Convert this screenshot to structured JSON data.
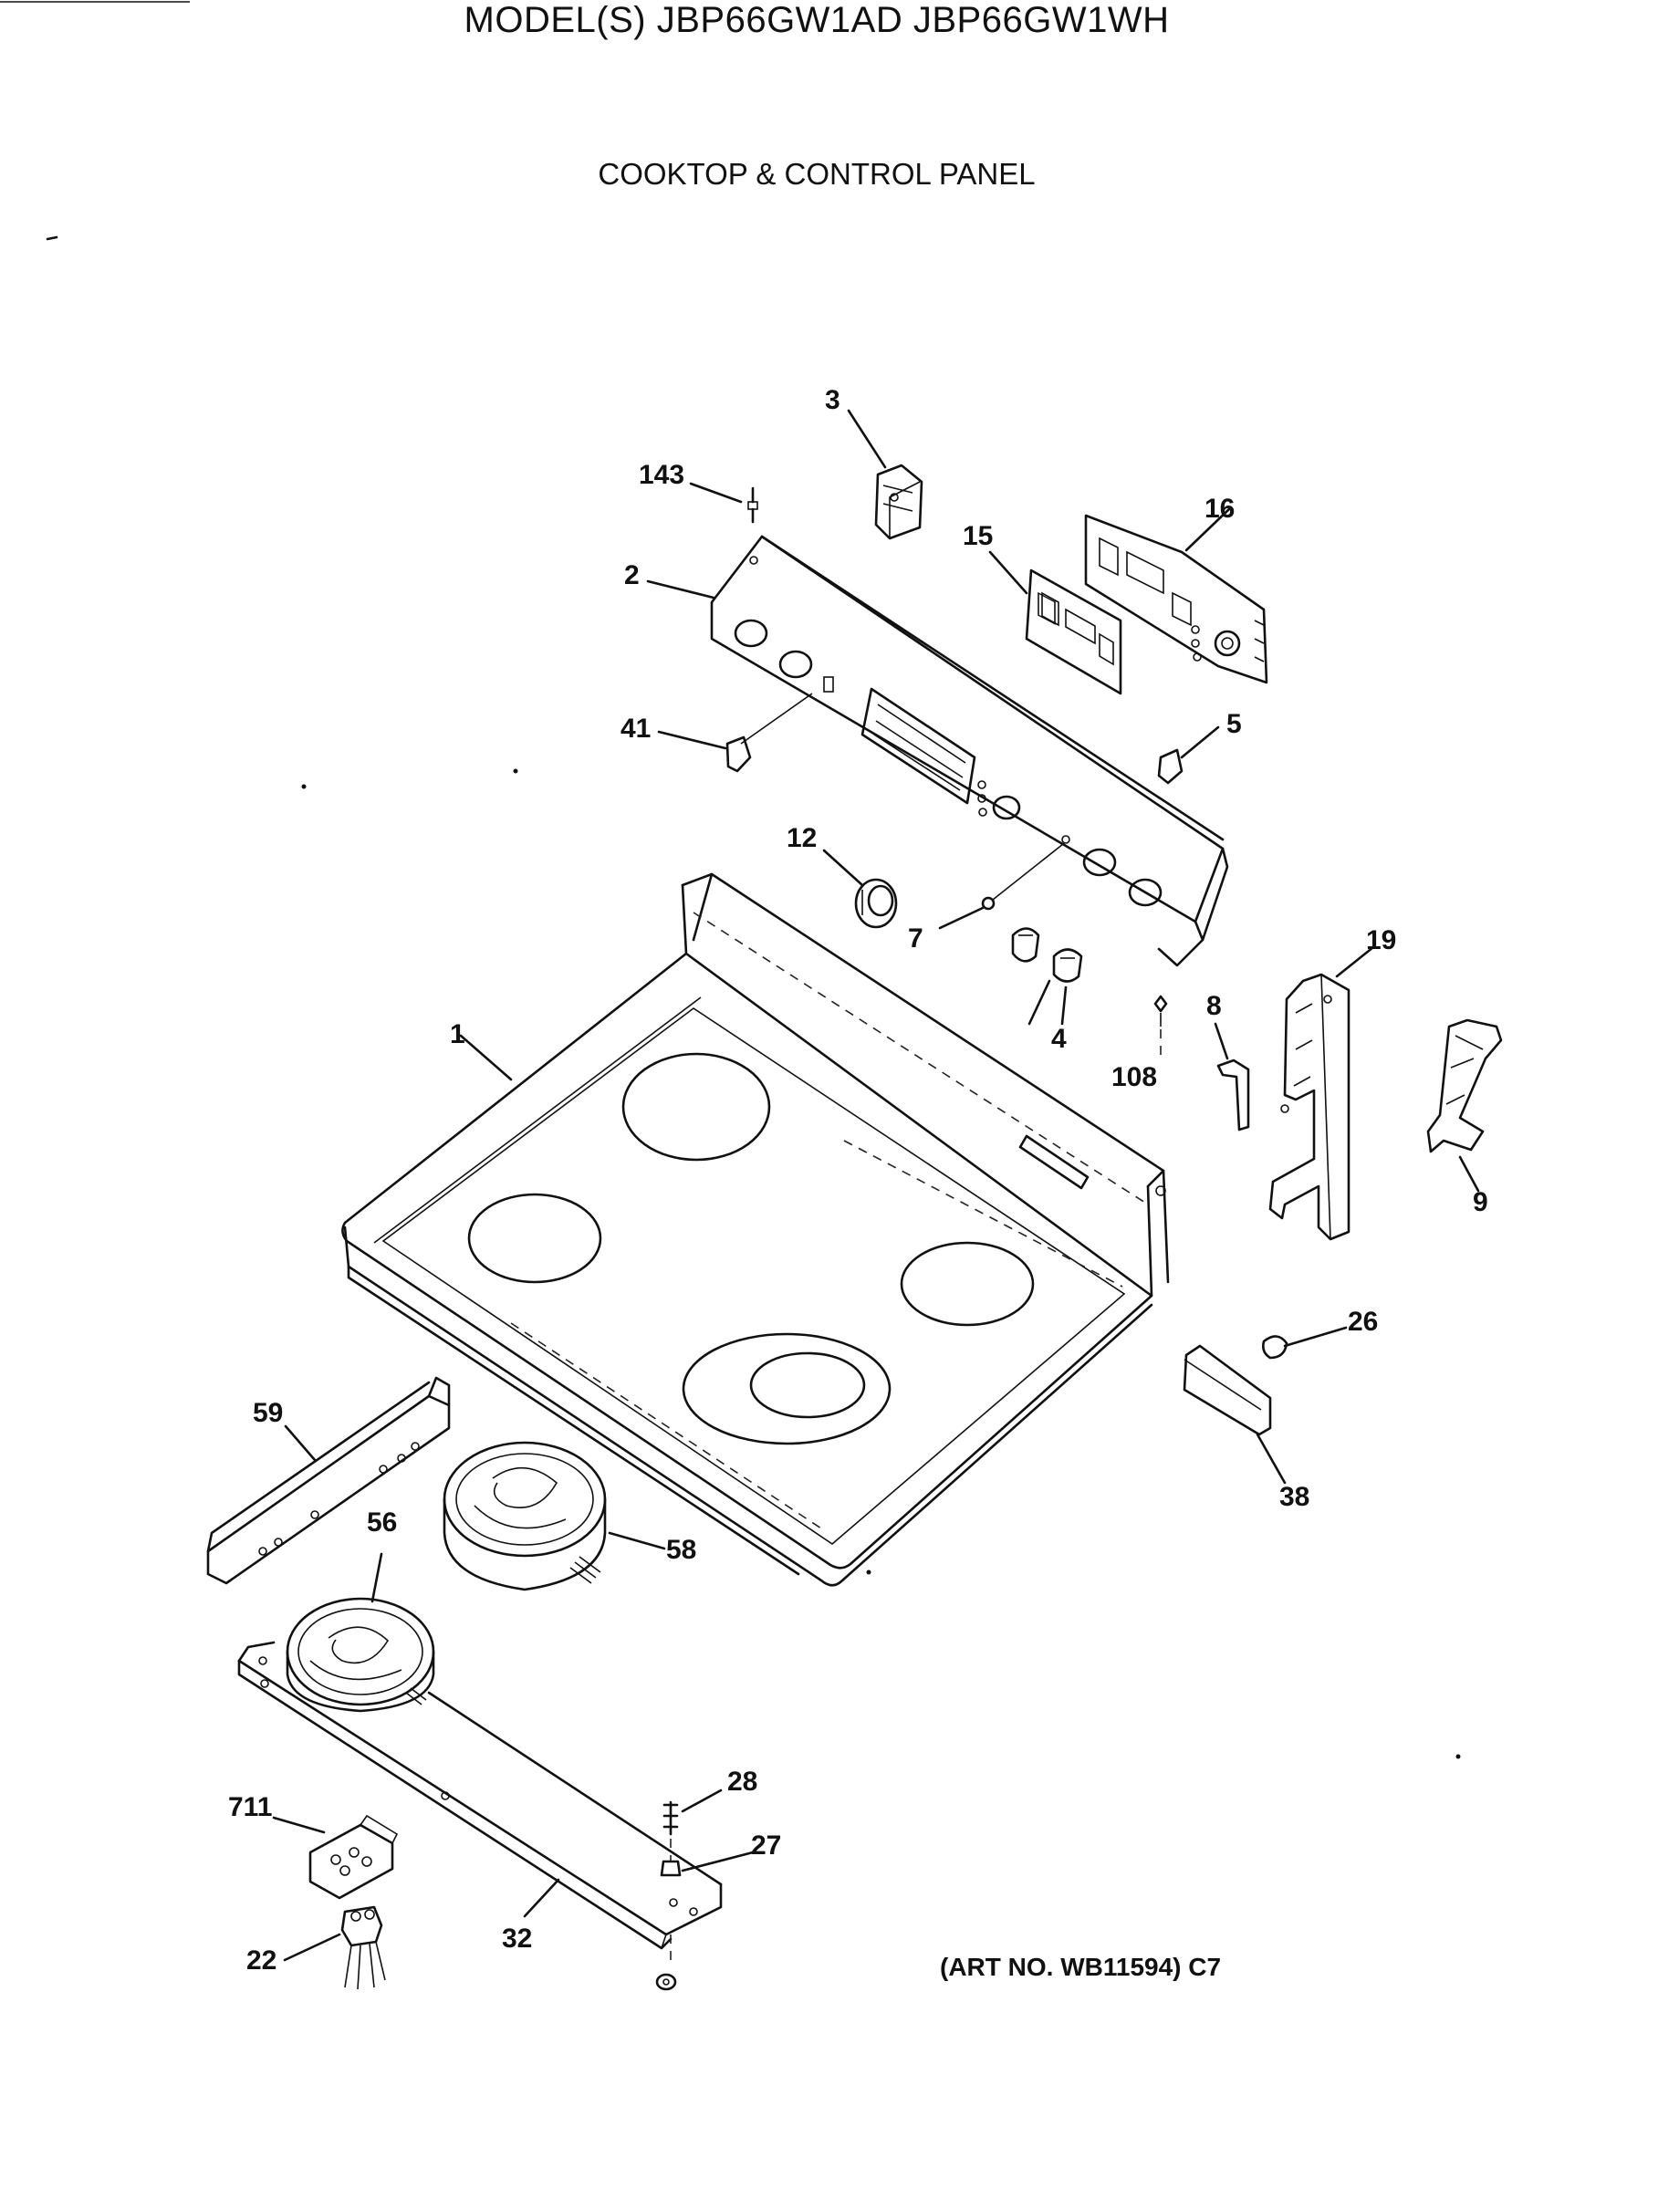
{
  "header": {
    "title": "MODEL(S) JBP66GW1AD  JBP66GW1WH",
    "subtitle": "COOKTOP & CONTROL PANEL"
  },
  "footer": {
    "art_number": "(ART NO. WB11594) C7"
  },
  "callouts": {
    "c1": "1",
    "c2": "2",
    "c3": "3",
    "c4": "4",
    "c5": "5",
    "c7": "7",
    "c8": "8",
    "c9": "9",
    "c12": "12",
    "c15": "15",
    "c16": "16",
    "c19": "19",
    "c22": "22",
    "c26": "26",
    "c27": "27",
    "c28": "28",
    "c32": "32",
    "c38": "38",
    "c41": "41",
    "c56": "56",
    "c58": "58",
    "c59": "59",
    "c108": "108",
    "c143": "143",
    "c711": "711"
  }
}
